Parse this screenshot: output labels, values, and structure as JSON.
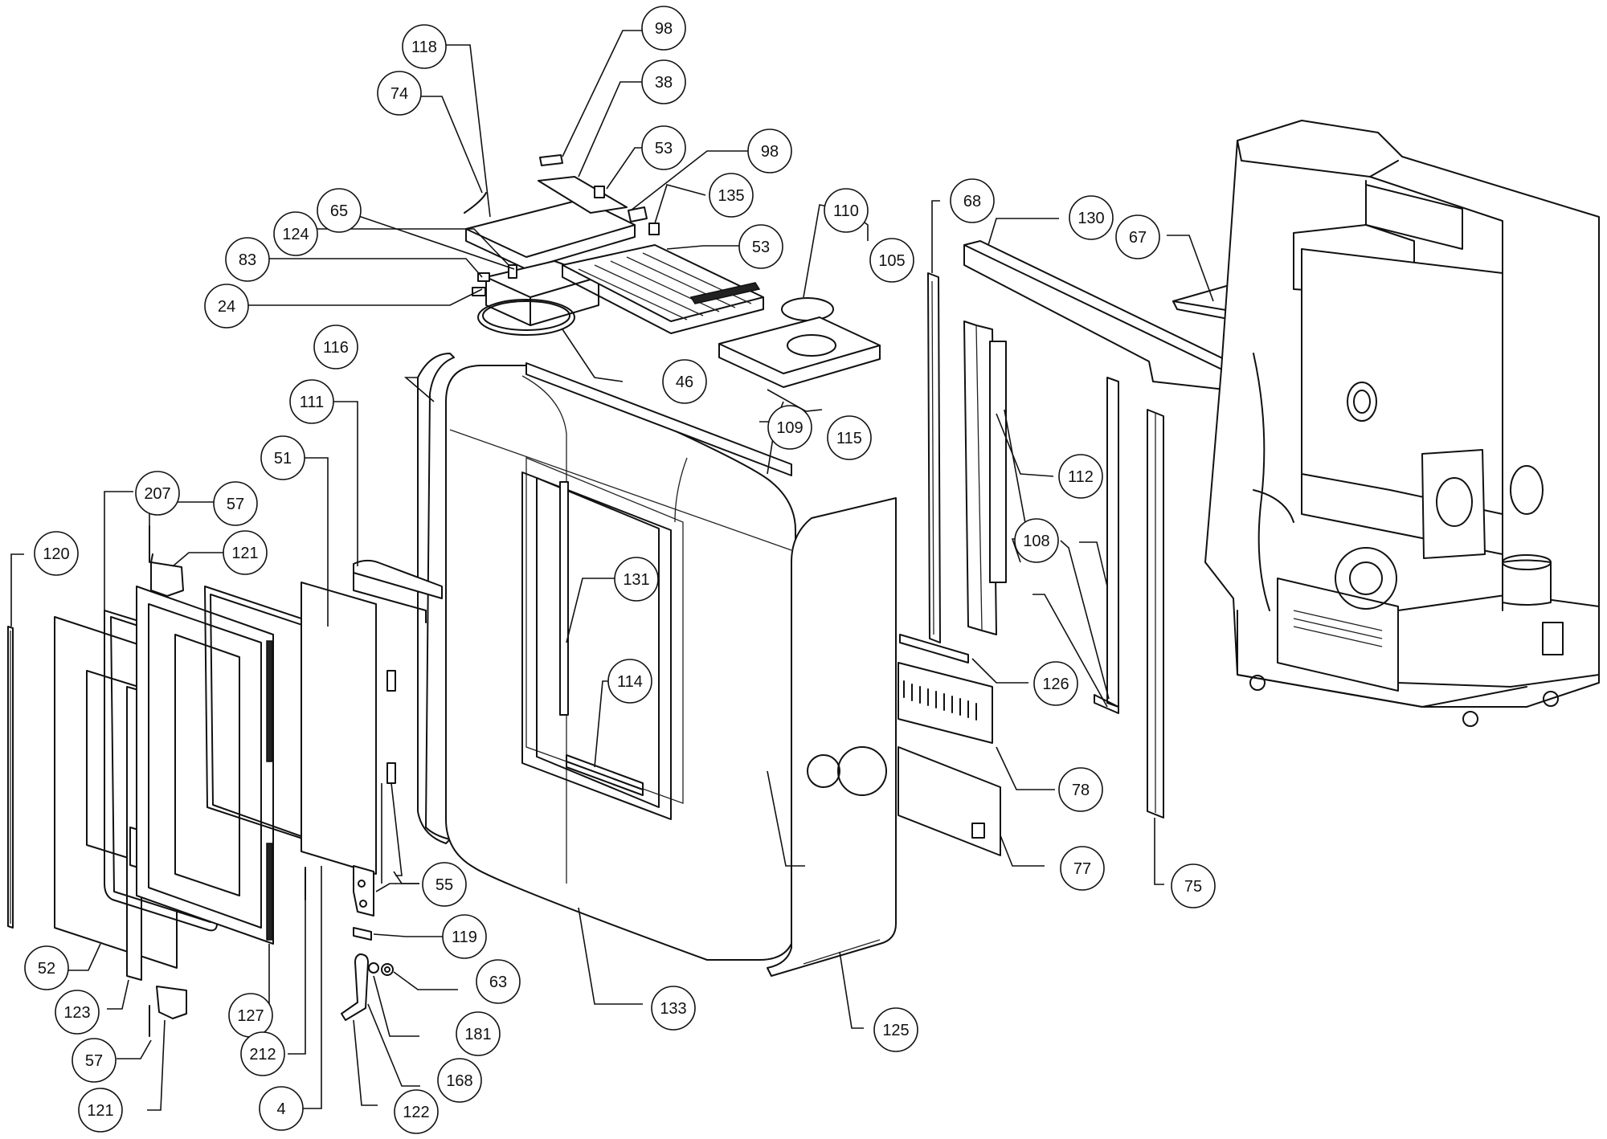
{
  "callouts": [
    {
      "id": "c98a",
      "label": "98"
    },
    {
      "id": "c118",
      "label": "118"
    },
    {
      "id": "c38",
      "label": "38"
    },
    {
      "id": "c74",
      "label": "74"
    },
    {
      "id": "c53a",
      "label": "53"
    },
    {
      "id": "c98b",
      "label": "98"
    },
    {
      "id": "c135",
      "label": "135"
    },
    {
      "id": "c65",
      "label": "65"
    },
    {
      "id": "c53b",
      "label": "53"
    },
    {
      "id": "c110",
      "label": "110"
    },
    {
      "id": "c124",
      "label": "124"
    },
    {
      "id": "c68",
      "label": "68"
    },
    {
      "id": "c130",
      "label": "130"
    },
    {
      "id": "c67",
      "label": "67"
    },
    {
      "id": "c83",
      "label": "83"
    },
    {
      "id": "c105",
      "label": "105"
    },
    {
      "id": "c24",
      "label": "24"
    },
    {
      "id": "c116",
      "label": "116"
    },
    {
      "id": "c46",
      "label": "46"
    },
    {
      "id": "c111",
      "label": "111"
    },
    {
      "id": "c109",
      "label": "109"
    },
    {
      "id": "c115",
      "label": "115"
    },
    {
      "id": "c51",
      "label": "51"
    },
    {
      "id": "c112",
      "label": "112"
    },
    {
      "id": "c207",
      "label": "207"
    },
    {
      "id": "c57a",
      "label": "57"
    },
    {
      "id": "c108",
      "label": "108"
    },
    {
      "id": "c120",
      "label": "120"
    },
    {
      "id": "c121a",
      "label": "121"
    },
    {
      "id": "c131",
      "label": "131"
    },
    {
      "id": "c114",
      "label": "114"
    },
    {
      "id": "c126",
      "label": "126"
    },
    {
      "id": "c78",
      "label": "78"
    },
    {
      "id": "c55",
      "label": "55"
    },
    {
      "id": "c77",
      "label": "77"
    },
    {
      "id": "c75",
      "label": "75"
    },
    {
      "id": "c119",
      "label": "119"
    },
    {
      "id": "c52",
      "label": "52"
    },
    {
      "id": "c63",
      "label": "63"
    },
    {
      "id": "c133",
      "label": "133"
    },
    {
      "id": "c123",
      "label": "123"
    },
    {
      "id": "c127",
      "label": "127"
    },
    {
      "id": "c181",
      "label": "181"
    },
    {
      "id": "c125",
      "label": "125"
    },
    {
      "id": "c57b",
      "label": "57"
    },
    {
      "id": "c212",
      "label": "212"
    },
    {
      "id": "c168",
      "label": "168"
    },
    {
      "id": "c121b",
      "label": "121"
    },
    {
      "id": "c4",
      "label": "4"
    },
    {
      "id": "c122",
      "label": "122"
    }
  ]
}
